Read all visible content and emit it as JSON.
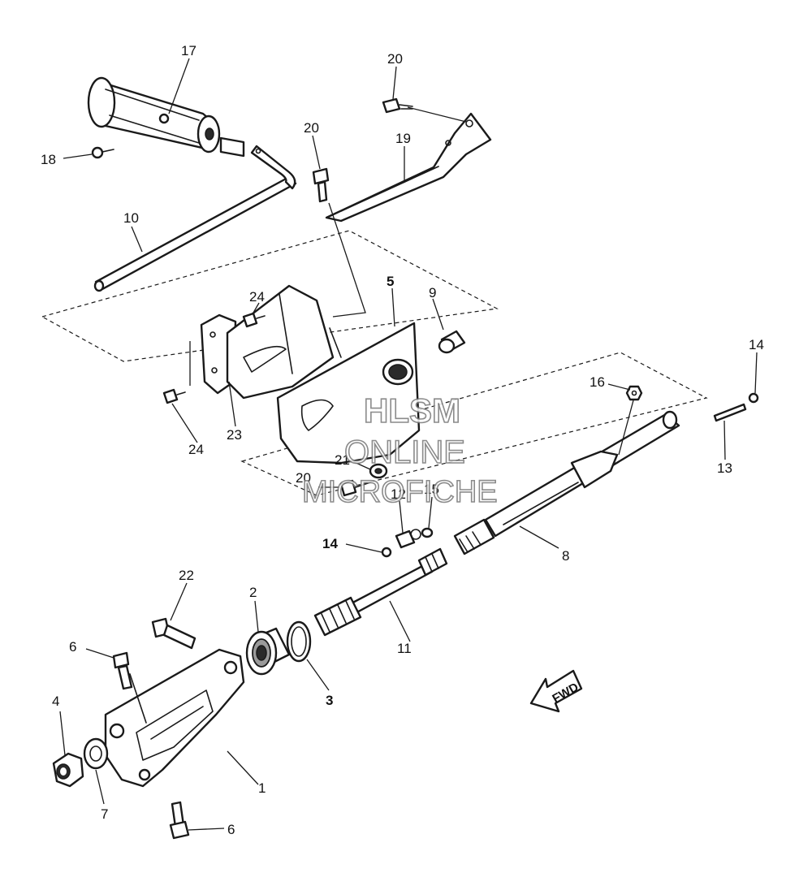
{
  "labels": {
    "p1": "1",
    "p2": "2",
    "p3": "3",
    "p4": "4",
    "p5": "5",
    "p6a": "6",
    "p6b": "6",
    "p7": "7",
    "p8": "8",
    "p9": "9",
    "p10": "10",
    "p11": "11",
    "p12": "12",
    "p13": "13",
    "p14a": "14",
    "p14b": "14",
    "p15": "15",
    "p16": "16",
    "p17": "17",
    "p18": "18",
    "p19": "19",
    "p20a": "20",
    "p20b": "20",
    "p20c": "20",
    "p21": "21",
    "p22": "22",
    "p23": "23",
    "p24a": "24",
    "p24b": "24"
  },
  "direction_arrow": "FWD",
  "watermark": [
    "HLSM",
    "ONLINE",
    "MICROFICHE"
  ]
}
